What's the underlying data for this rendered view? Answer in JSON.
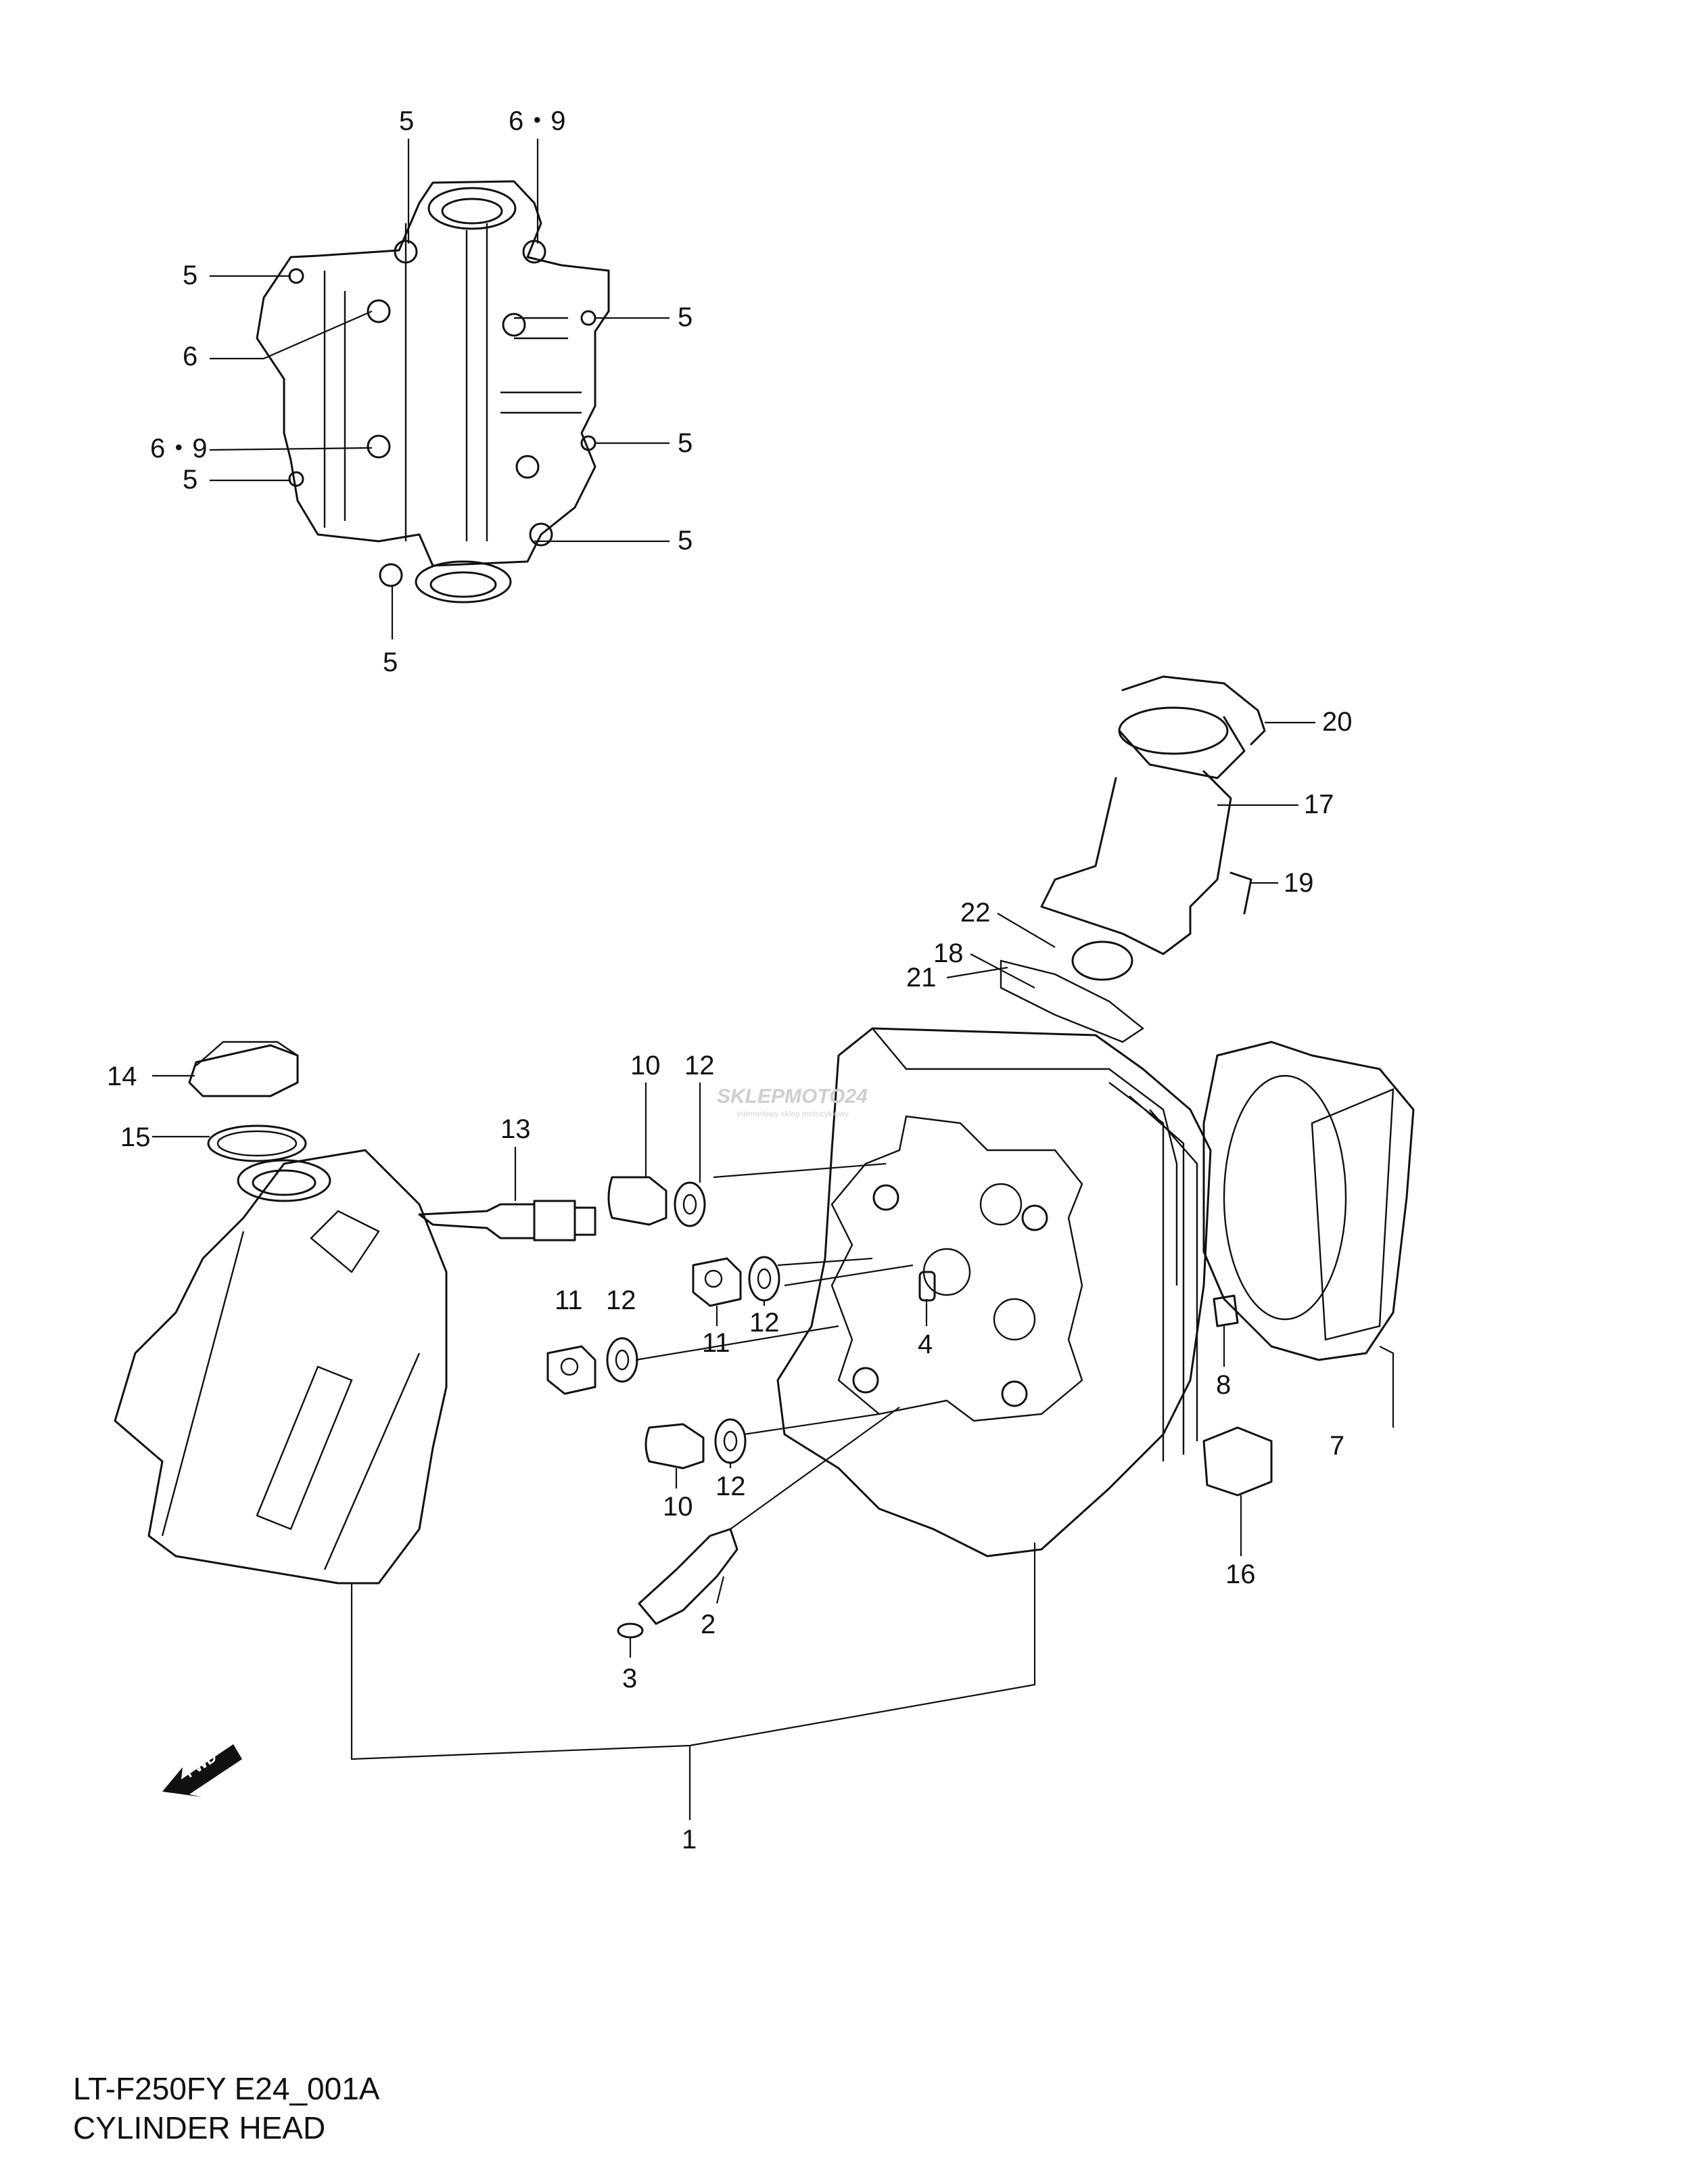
{
  "watermark": {
    "text": "SKLEPMOTO24",
    "subtext": "internetowy sklep motocyklowy"
  },
  "fwd_label": "FWD",
  "labels": {
    "top_5a": "5",
    "top_69a": "6・9",
    "left_5a": "5",
    "left_6": "6",
    "left_69": "6・9",
    "left_5b": "5",
    "right_5a": "5",
    "right_5b": "5",
    "right_5c": "5",
    "bottom_5": "5",
    "p20": "20",
    "p17": "17",
    "p19": "19",
    "p22": "22",
    "p18": "18",
    "p21": "21",
    "p14": "14",
    "p15": "15",
    "p13": "13",
    "p10a": "10",
    "p12a": "12",
    "p11a": "11",
    "p12b": "12",
    "p4": "4",
    "p11b": "11",
    "p12c": "12",
    "p10b": "10",
    "p12d": "12",
    "p8": "8",
    "p7": "7",
    "p16": "16",
    "p2": "2",
    "p3": "3",
    "p1": "1"
  },
  "footer": {
    "model_code": "LT-F250FY E24_001A",
    "title": "CYLINDER HEAD"
  }
}
